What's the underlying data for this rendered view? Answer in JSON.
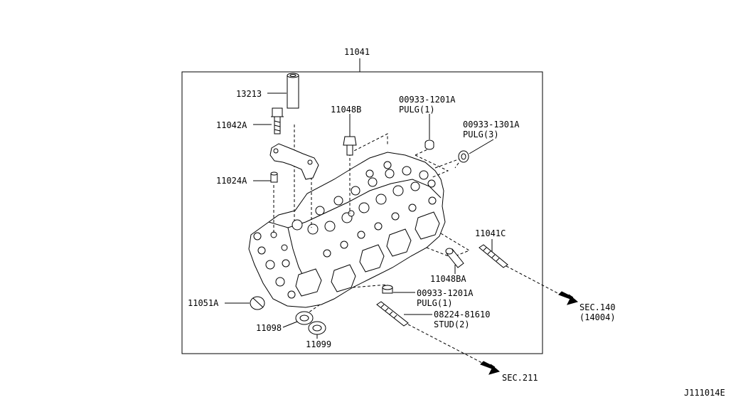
{
  "labels": {
    "assembly": "11041",
    "p13213": "13213",
    "p11042a": "11042A",
    "p11048b": "11048B",
    "p00933_1201a_top": "00933-1201A",
    "pulg1_top": "PULG(1)",
    "p00933_1301a": "00933-1301A",
    "pulg3": "PULG(3)",
    "p11024a": "11024A",
    "p11041c": "11041C",
    "p11048ba": "11048BA",
    "p00933_1201a_bottom": "00933-1201A",
    "pulg1_bottom": "PULG(1)",
    "p08224": "08224-81610",
    "stud2": "STUD(2)",
    "p11051a": "11051A",
    "p11098": "11098",
    "p11099": "11099",
    "sec140": "SEC.140",
    "sec140_sub": "(14004)",
    "sec211": "SEC.211",
    "figure_code": "J111014E"
  },
  "colors": {
    "line": "#000000",
    "background": "#ffffff"
  }
}
